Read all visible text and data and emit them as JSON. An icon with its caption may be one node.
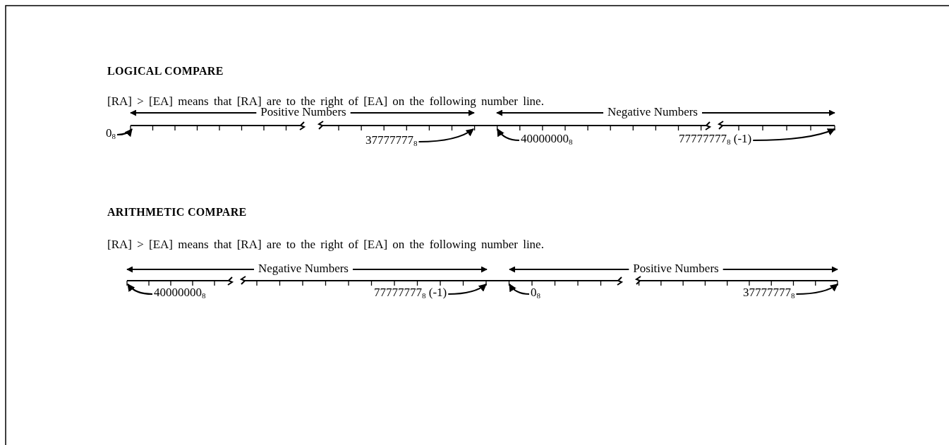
{
  "diagram": {
    "nodes": [
      {
        "text": [
          "0$_{8}$"
        ]
      },
      {
        "text": [
          "37777777$_{8}$"
        ]
      },
      {
        "text": [
          "40000000$_{8}$"
        ]
      },
      {
        "text": [
          "77777777$_{8}$ (-1)"
        ]
      },
      {
        "text": [
          "40000000$_{8}$"
        ]
      },
      {
        "text": [
          "77777777$_{8}$ (-1)"
        ]
      },
      {
        "text": [
          "0$_{8}$"
        ]
      },
      {
        "text": [
          "37777777$_{8}$"
        ]
      }
    ],
    "edges": [
      {
        "from": 0,
        "to": null,
        "arrow": "to"
      },
      {
        "from": 1,
        "to": null,
        "arrow": "to"
      },
      {
        "from": 2,
        "to": null,
        "arrow": "to"
      },
      {
        "from": 3,
        "to": null,
        "arrow": "to"
      },
      {
        "from": 4,
        "to": null,
        "arrow": "to"
      },
      {
        "from": 5,
        "to": null,
        "arrow": "to"
      },
      {
        "from": 6,
        "to": null,
        "arrow": "to"
      },
      {
        "from": 7,
        "to": null,
        "arrow": "to"
      }
    ],
    "labels": [
      "LOGICAL COMPARE",
      "[RA] > [EA] means that [RA] are to the right of [EA] on the following number line.",
      "Positive Numbers",
      "Negative Numbers",
      "ARITHMETIC COMPARE",
      "[RA] > [EA] means that [RA] are to the right of [EA] on the following number line.",
      "Negative Numbers",
      "Positive Numbers"
    ]
  }
}
